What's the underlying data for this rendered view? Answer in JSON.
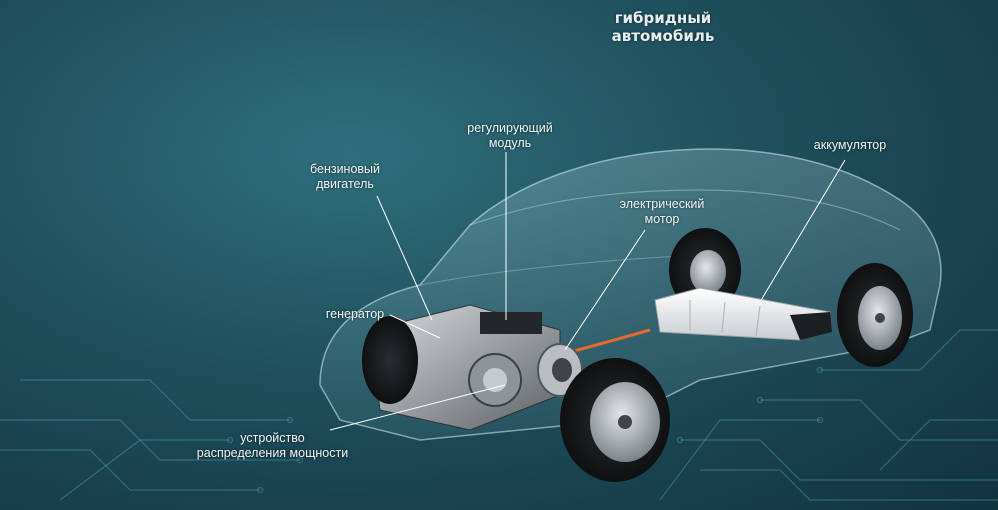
{
  "title": {
    "line1": "гибридный",
    "line2": "автомобиль"
  },
  "labels": {
    "regulating_module": {
      "line1": "регулирующий",
      "line2": "модуль"
    },
    "battery": {
      "line1": "аккумулятор"
    },
    "petrol_engine": {
      "line1": "бензиновый",
      "line2": "двигатель"
    },
    "electric_motor": {
      "line1": "электрический",
      "line2": "мотор"
    },
    "generator": {
      "line1": "генератор"
    },
    "power_split": {
      "line1": "устройство",
      "line2": "распределения мощности"
    }
  },
  "colors": {
    "background": "#1f4f5c",
    "circuit": "#4f9fb0",
    "battery_body": "#e9ecee",
    "leader_line": "#ffffff"
  }
}
